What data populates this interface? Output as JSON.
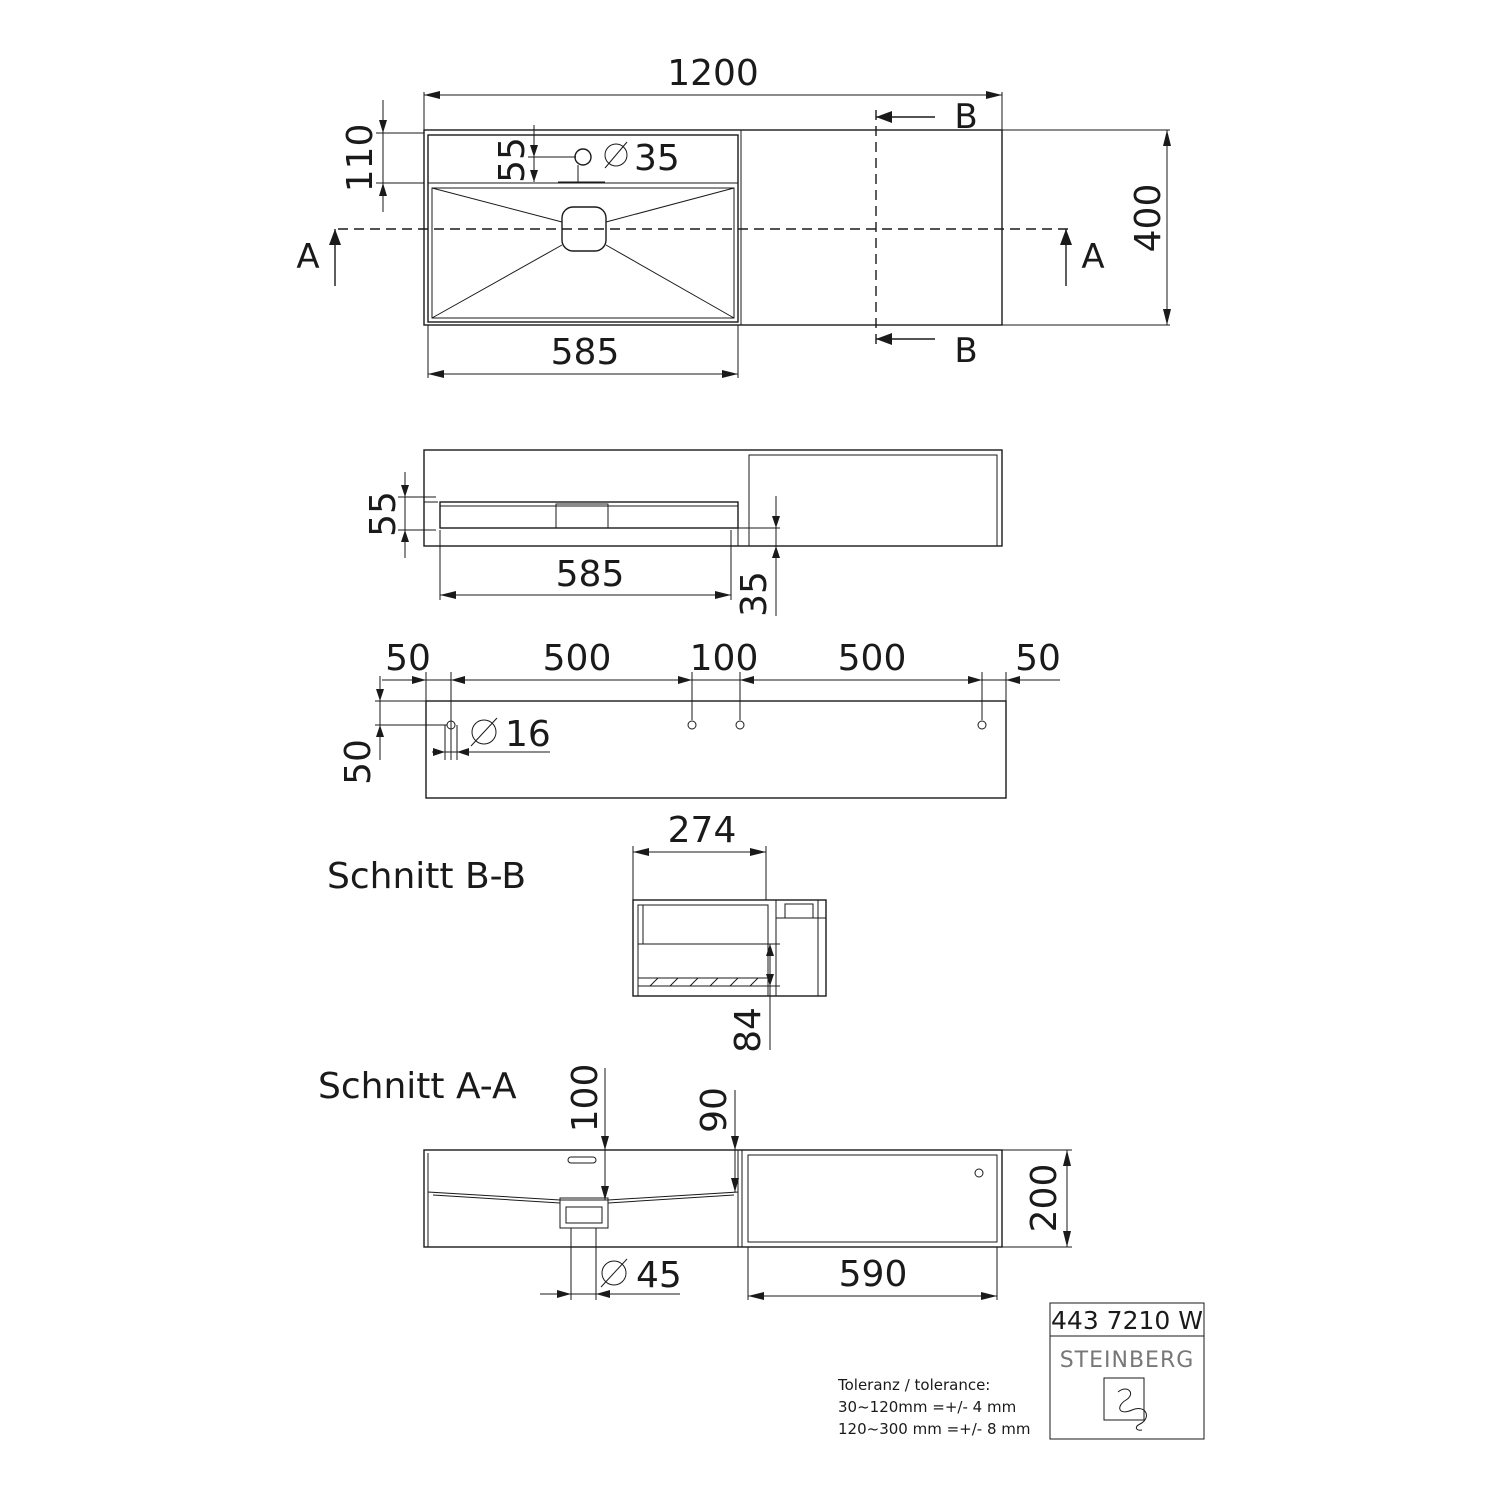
{
  "top_view": {
    "overall_width": "1200",
    "depth": "400",
    "tap_offset": "110",
    "hole_offset": "55",
    "tap_hole": "35",
    "basin_width": "585",
    "section_a": "A",
    "section_b": "B"
  },
  "side_view": {
    "height": "55",
    "basin_width": "585",
    "depth": "35"
  },
  "mount_view": {
    "edge_left": "50",
    "span_left": "500",
    "span_mid": "100",
    "span_right": "500",
    "edge_right": "50",
    "vertical_offset": "50",
    "hole_diameter": "16"
  },
  "section_bb": {
    "title": "Schnitt B-B",
    "width": "274",
    "height": "84"
  },
  "section_aa": {
    "title": "Schnitt A-A",
    "basin_depth": "100",
    "inner_depth": "90",
    "overall_height": "200",
    "drain": "45",
    "shelf_width": "590"
  },
  "title_block": {
    "article_number": "443 7210 W",
    "brand": "STEINBERG"
  },
  "tolerance": {
    "heading": "Toleranz / tolerance:",
    "line1": "30~120mm =+/- 4 mm",
    "line2": "120~300 mm =+/- 8 mm"
  },
  "colors": {
    "line": "#1a1a1a",
    "background": "#ffffff",
    "brand_text": "#777777"
  }
}
